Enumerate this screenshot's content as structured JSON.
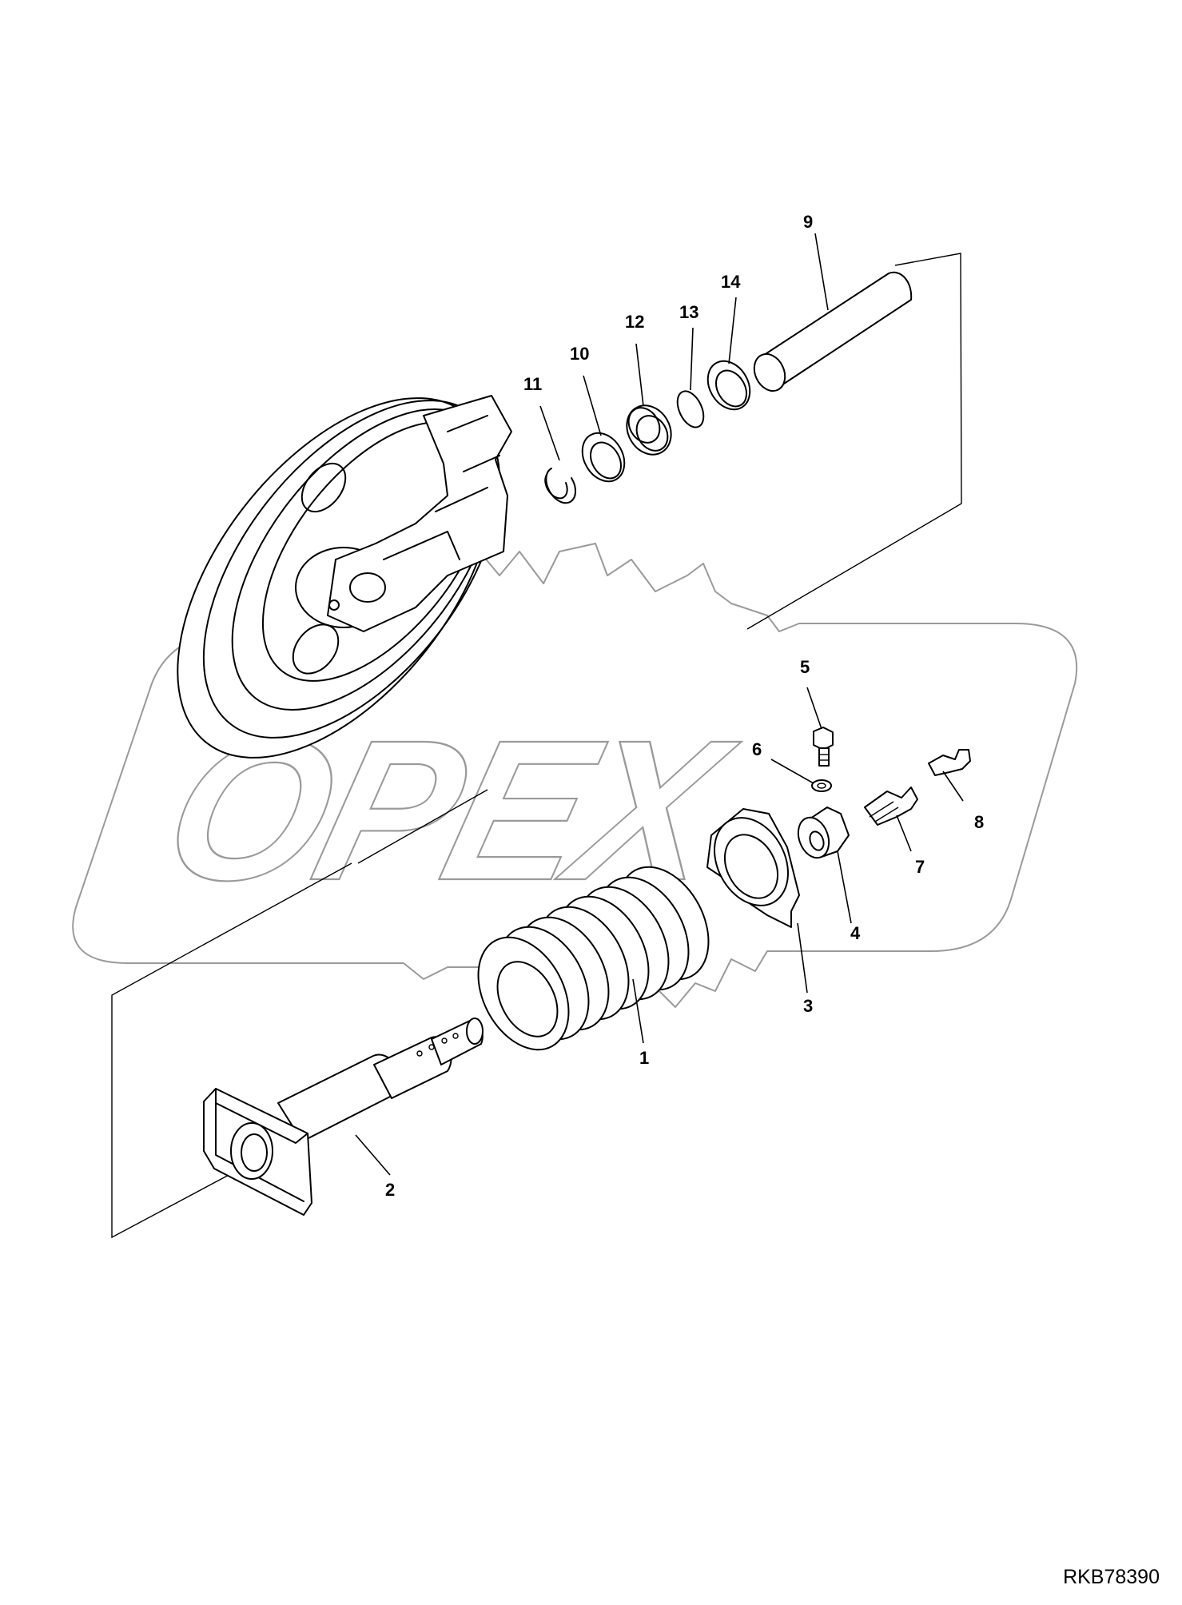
{
  "diagram": {
    "drawing_code": "RKB78390",
    "watermark_text": "OPEX",
    "callouts": [
      {
        "id": "1",
        "label": "1"
      },
      {
        "id": "2",
        "label": "2"
      },
      {
        "id": "3",
        "label": "3"
      },
      {
        "id": "4",
        "label": "4"
      },
      {
        "id": "5",
        "label": "5"
      },
      {
        "id": "6",
        "label": "6"
      },
      {
        "id": "7",
        "label": "7"
      },
      {
        "id": "8",
        "label": "8"
      },
      {
        "id": "9",
        "label": "9"
      },
      {
        "id": "10",
        "label": "10"
      },
      {
        "id": "11",
        "label": "11"
      },
      {
        "id": "12",
        "label": "12"
      },
      {
        "id": "13",
        "label": "13"
      },
      {
        "id": "14",
        "label": "14"
      }
    ]
  }
}
